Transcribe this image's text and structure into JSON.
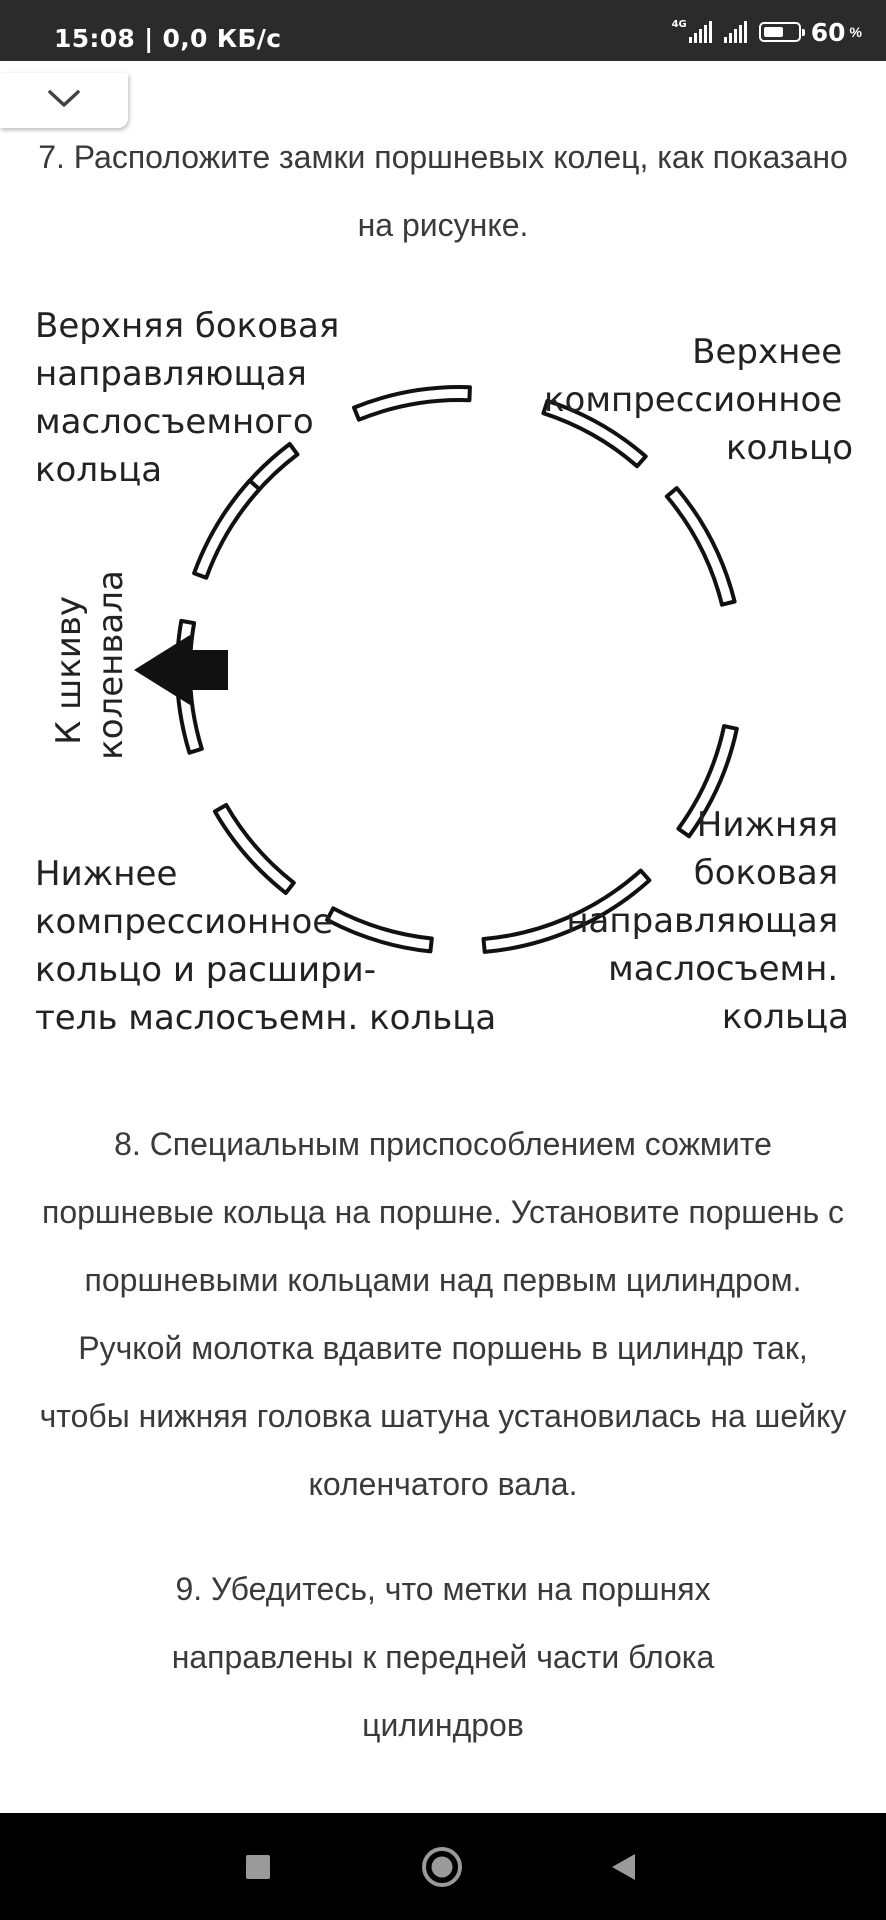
{
  "status_bar": {
    "time_speed": "15:08 | 0,0 КБ/с",
    "network_type": "4G",
    "battery_level": 60,
    "battery_percent": "60",
    "percent_sign": "%"
  },
  "article": {
    "step7": "7. Расположите замки поршневых колец, как показано на рисунке.",
    "step8": "8. Специальным приспособлением сожмите поршневые кольца на поршне. Установите поршень с поршневыми кольцами над первым цилиндром. Ручкой молотка вдавите поршень в цилиндр так, чтобы нижняя головка шатуна установилась на шейку коленчатого вала.",
    "step9": "9. Убедитесь, что метки на поршнях направлены к передней части блока цилиндров"
  },
  "diagram": {
    "top_left": [
      "Верхняя боковая",
      "направляющая",
      "маслосъемного",
      "кольца"
    ],
    "top_right": [
      "Верхнее",
      "компрессионное",
      "кольцо"
    ],
    "left_vertical": [
      "К шкиву",
      "коленвала"
    ],
    "bottom_left": [
      "Нижнее",
      "компрессионное",
      "кольцо и расшири-",
      "тель маслосъемн. кольца"
    ],
    "bottom_right": [
      "Нижняя",
      "боковая",
      "направляющая",
      "маслосъемн.",
      "кольца"
    ]
  },
  "icons": {
    "collapse": "chevron-down-icon",
    "recents": "square-icon",
    "home": "circle-icon",
    "back": "triangle-back-icon"
  }
}
